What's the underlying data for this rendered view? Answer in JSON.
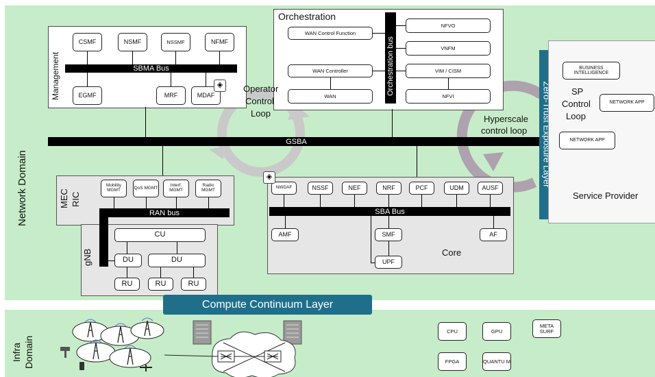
{
  "domains": {
    "network": "Network Domain",
    "infra_line1": "Infra",
    "infra_line2": "Domain"
  },
  "management": {
    "title": "Management",
    "bus": "SBMA Bus",
    "top": [
      "CSMF",
      "NSMF",
      "NSSMF",
      "NFMF"
    ],
    "bottom": [
      "EGMF",
      "MRF",
      "MDAF"
    ]
  },
  "orchestration": {
    "title": "Orchestration",
    "bus": "Orchestration bus",
    "left": [
      "WAN Control Function",
      "WAN Controller",
      "WAN"
    ],
    "right": [
      "NFVO",
      "VNFM",
      "VIM / CISM",
      "NFVI"
    ]
  },
  "loops": {
    "operator": [
      "Operator",
      "Control",
      "Loop"
    ],
    "hyperscale": [
      "Hyperscale",
      "control loop"
    ],
    "sp": [
      "SP",
      "Control",
      "Loop"
    ]
  },
  "gsba": "GSBA",
  "zero_trust": "Zero-Trust Exposure Layer",
  "service_provider": {
    "title": "Service Provider",
    "boxes": [
      "BUSINESS INTELLIGENCE",
      "NETWORK APP",
      "NETWORK APP"
    ]
  },
  "mec": {
    "title_line1": "MEC",
    "title_line2": "RIC",
    "boxes": [
      "Mobility MGMT",
      "QoS MGMT",
      "Interf. MGMT",
      "Radio MGMT"
    ],
    "bus": "RAN bus"
  },
  "gnb": {
    "title": "gNB",
    "cu": "CU",
    "du": [
      "DU",
      "DU"
    ],
    "ru": [
      "RU",
      "RU",
      "RU"
    ]
  },
  "core": {
    "title": "Core",
    "bus": "SBA Bus",
    "top": [
      "NWDAF",
      "NSSF",
      "NEF",
      "NRF",
      "PCF",
      "UDM",
      "AUSF"
    ],
    "bottom": [
      "AMF",
      "SMF",
      "UPF",
      "AF"
    ]
  },
  "compute_layer": "Compute Continuum Layer",
  "infra": {
    "resources": [
      "CPU",
      "GPU",
      "META SURF",
      "FPGA",
      "QUANTU M"
    ]
  },
  "colors": {
    "zone": "#c7ecc9",
    "compute": "#1f6f8b",
    "zero_trust": "#1f6f8b",
    "loop": "#b9a9b9"
  }
}
